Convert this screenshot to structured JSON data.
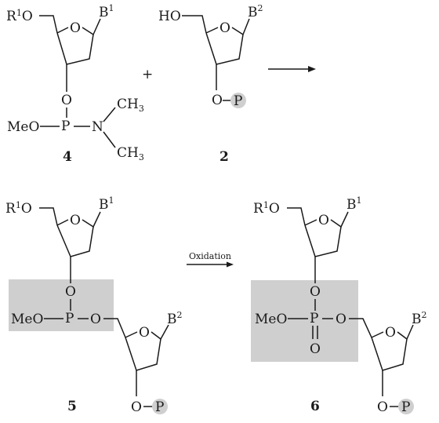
{
  "compound_4": {
    "r1o": "R",
    "r1_sup": "1",
    "r1_o": "O",
    "base": "B",
    "base_sup": "1",
    "o_ring": "O",
    "o_3": "O",
    "p": "P",
    "n": "N",
    "meo": "MeO",
    "ch3_top": "CH",
    "ch3_top_sub": "3",
    "ch3_bottom": "CH",
    "ch3_bottom_sub": "3",
    "label": "4"
  },
  "plus": "+",
  "compound_2": {
    "ho": "HO",
    "base": "B",
    "base_sup": "2",
    "o_ring": "O",
    "o_3": "O",
    "p_circle": "P",
    "label": "2"
  },
  "compound_5": {
    "r1o": "R",
    "r1_sup": "1",
    "r1_o": "O",
    "base1": "B",
    "base1_sup": "1",
    "o_ring1": "O",
    "o_3": "O",
    "meo": "MeO",
    "p": "P",
    "o_link": "O",
    "base2": "B",
    "base2_sup": "2",
    "o_ring2": "O",
    "o_3b": "O",
    "p_circle": "P",
    "label": "5"
  },
  "compound_6": {
    "r1o": "R",
    "r1_sup": "1",
    "r1_o": "O",
    "base1": "B",
    "base1_sup": "1",
    "o_ring1": "O",
    "o_3": "O",
    "meo": "MeO",
    "p": "P",
    "o_link": "O",
    "o_double": "O",
    "base2": "B",
    "base2_sup": "2",
    "o_ring2": "O",
    "o_3b": "O",
    "p_circle": "P",
    "label": "6"
  },
  "arrow_label": "Oxidation",
  "colors": {
    "highlight": "#cfcfcf",
    "ink": "#1a1a1a"
  }
}
